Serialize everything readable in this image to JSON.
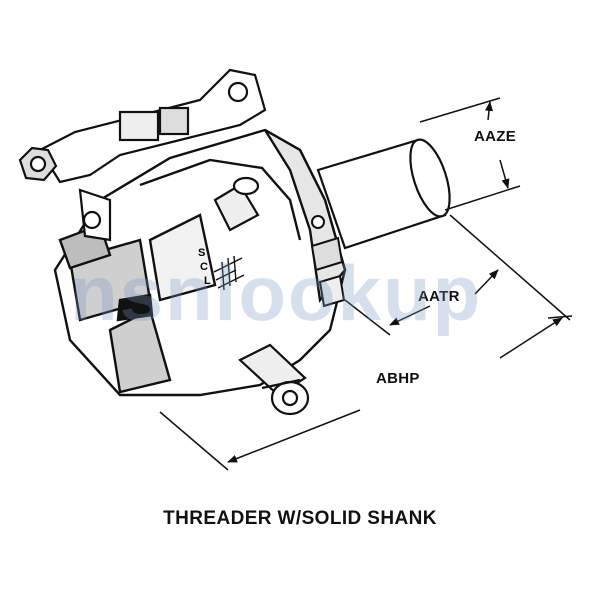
{
  "dimensions": {
    "aaze": "AAZE",
    "aatr": "AATR",
    "abhp": "ABHP"
  },
  "caption": "THREADER W/SOLID SHANK",
  "scale_letters": [
    "S",
    "C",
    "L"
  ],
  "watermark": "nsnlookup",
  "colors": {
    "ink": "#111111",
    "watermark": "#7896c8",
    "watermark_accent": "#f09650"
  }
}
